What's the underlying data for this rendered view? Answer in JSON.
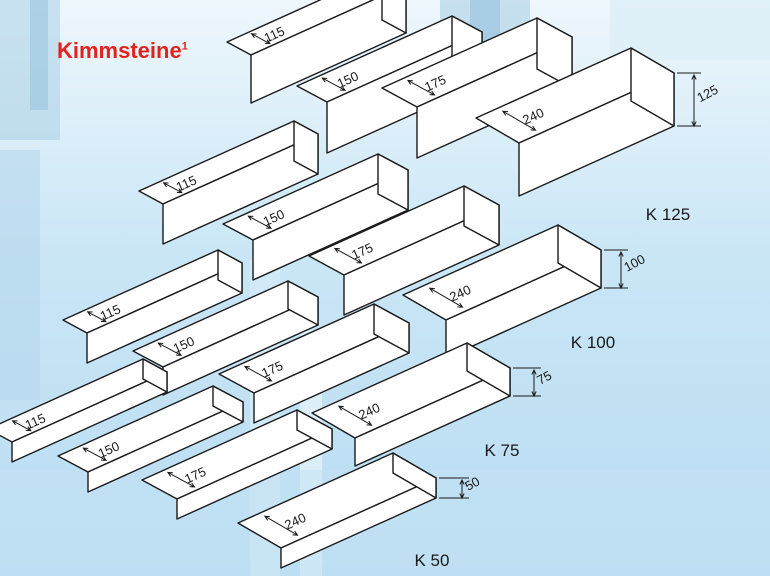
{
  "title": "Kimmsteine",
  "title_superscript": "1",
  "widths": [
    "115",
    "150",
    "175",
    "240"
  ],
  "rows": [
    {
      "label": "K 125",
      "height": "125"
    },
    {
      "label": "K 100",
      "height": "100"
    },
    {
      "label": "K 75",
      "height": "75"
    },
    {
      "label": "K 50",
      "height": "50"
    }
  ],
  "colors": {
    "title": "#e2231a",
    "line": "#1a1a1a",
    "brick_fill": "#ffffff",
    "background": "#cfe9f7"
  }
}
